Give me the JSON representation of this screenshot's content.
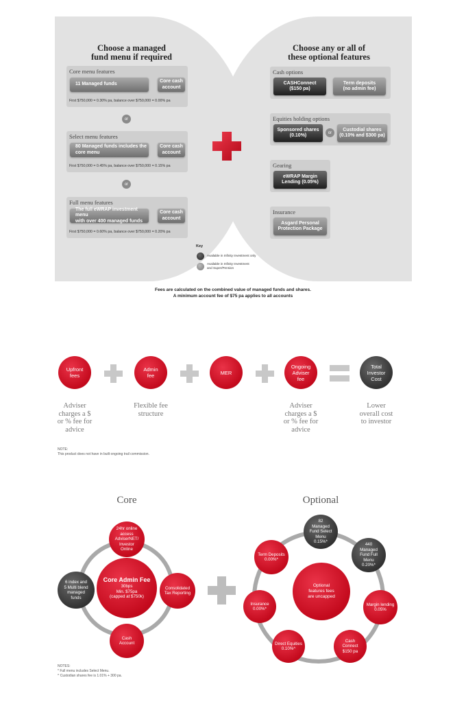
{
  "section1": {
    "left_title": [
      "Choose a managed",
      "fund menu if required"
    ],
    "right_title": [
      "Choose any or all of",
      "these optional features"
    ],
    "core_menu": {
      "title": "Core menu features",
      "button": "11 Managed funds",
      "cash": [
        "Core cash",
        "account"
      ],
      "fees": "First $750,000 = 0.30% pa, balance over $750,000 = 0.00% pa"
    },
    "select_menu": {
      "title": "Select menu features",
      "button": [
        "80 Managed funds includes the",
        "core menu"
      ],
      "cash": [
        "Core cash",
        "account"
      ],
      "fees": "First $750,000 = 0.45% pa, balance over $750,000 = 0.15% pa"
    },
    "full_menu": {
      "title": "Full menu features",
      "button": [
        "The full eWRAP investment menu",
        "with over 400 managed funds"
      ],
      "cash": [
        "Core cash",
        "account"
      ],
      "fees": "First $750,000 = 0.60% pa, balance over $750,000 = 0.20% pa"
    },
    "or_label": "or",
    "cash_options": {
      "title": "Cash options",
      "cashconnect": [
        "CASHConnect",
        "($150 pa)"
      ],
      "term_deposits": [
        "Term deposits",
        "(no admin fee)"
      ]
    },
    "equities": {
      "title": "Equities holding options",
      "sponsored": [
        "Sponsored shares",
        "(0.10%)"
      ],
      "or": "or",
      "custodial": [
        "Custodial shares",
        "(0.10% and $300 pa)"
      ]
    },
    "gearing": {
      "title": "Gearing",
      "button": [
        "eWRAP Margin",
        "Lending (0.05%)"
      ]
    },
    "insurance": {
      "title": "Insurance",
      "button": [
        "Asgard Personal",
        "Protection Package"
      ]
    },
    "key": {
      "title": "Key",
      "dark": "Available in Infinity Investment only",
      "grey": [
        "Available in Infinity Investment",
        "and Super/Pension"
      ]
    },
    "fees_note": [
      "Fees are calculated on the combined value of managed funds and shares.",
      "A minimum account fee of $75 pa applies to all accounts"
    ],
    "colors": {
      "red": "#d4142a",
      "dark": "#2f2f2f",
      "grey": "#8a8a8a",
      "panel": "#cfcfcf",
      "background": "#e2e2e2"
    }
  },
  "section2": {
    "upfront": [
      "Upfront",
      "fees"
    ],
    "admin": [
      "Admin",
      "fee"
    ],
    "mer": "MER",
    "ongoing": [
      "Ongoing",
      "Adviser",
      "fee"
    ],
    "total": [
      "Total",
      "Investor",
      "Cost"
    ],
    "caption_upfront": [
      "Adviser",
      "charges a $",
      "or % fee for",
      "advice"
    ],
    "caption_admin": [
      "Flexible fee",
      "structure"
    ],
    "caption_ongoing": [
      "Adviser",
      "charges a $",
      "or % fee for",
      "advice"
    ],
    "caption_total": [
      "Lower",
      "overall cost",
      "to investor"
    ],
    "note": [
      "NOTE:",
      "This product does not have in built ongoing trail commission."
    ]
  },
  "section3": {
    "core_title": "Core",
    "optional_title": "Optional",
    "core_center": [
      "Core Admin Fee",
      "30bps",
      "Min. $75pa",
      "(capped at $750k)"
    ],
    "core_nodes": {
      "top": [
        "24hr online",
        "access",
        "AdviserNET/",
        "Investor",
        "Online"
      ],
      "right": [
        "Consolidated",
        "Tax Reporting"
      ],
      "bottom": [
        "Cash",
        "Account"
      ],
      "left": [
        "6 index and",
        "5 Multi blend",
        "managed",
        "funds"
      ]
    },
    "optional_center": [
      "Optional",
      "features fees",
      "are uncapped"
    ],
    "optional_nodes": {
      "select_menu": [
        "82",
        "Managed",
        "Fund Select",
        "Menu",
        "0.15%*"
      ],
      "full_menu": [
        "440",
        "Managed",
        "Fund Full",
        "Menu",
        "0.20%*"
      ],
      "margin": [
        "Margin lending",
        "0.05%"
      ],
      "cash_connect": [
        "Cash",
        "Connect",
        "$150 pa"
      ],
      "direct_equities": [
        "Direct Equities",
        "0.10%^"
      ],
      "insurance": [
        "Insurance",
        "0.00%*"
      ],
      "term_deposits": [
        "Term Deposits",
        "0.00%*"
      ]
    },
    "notes": [
      "NOTES:",
      "* Full menu includes Select Menu.",
      "^ Custodian shares fee is 1.01% + 300 pa."
    ]
  }
}
